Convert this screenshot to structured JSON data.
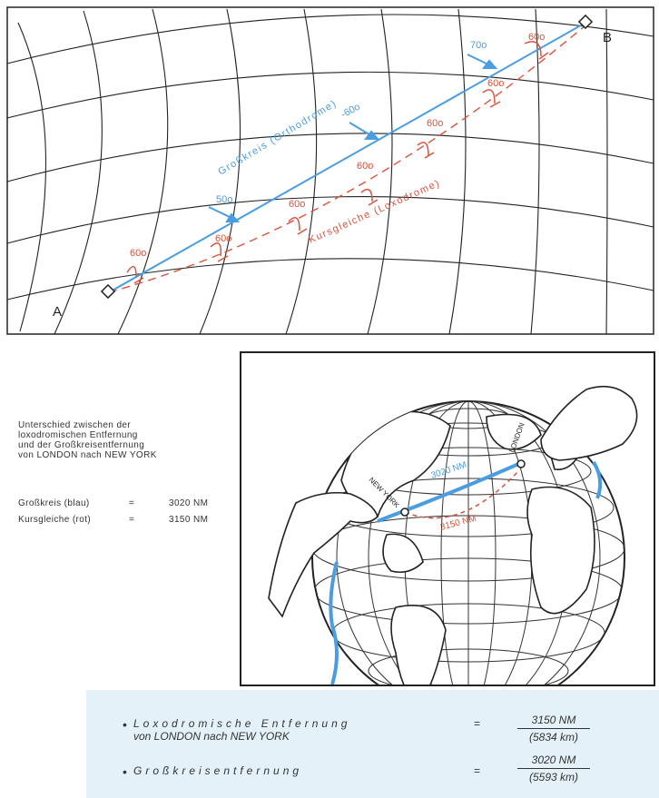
{
  "map": {
    "point_a": "A",
    "point_b": "B",
    "great_circle_label": "Großkreis (Orthodrome)",
    "rhumb_line_label": "Kursgleiche (Loxodrome)",
    "great_circle_angles": [
      "50o",
      "-60o",
      "70o"
    ],
    "rhumb_angles": [
      "60o",
      "60o",
      "60o",
      "60o",
      "60o",
      "60o",
      "60o"
    ],
    "colors": {
      "great_circle": "#4a9de0",
      "rhumb_line": "#d9533b",
      "grid": "#222222"
    }
  },
  "caption": {
    "lines": [
      "Unterschied zwischen der",
      "loxodromischen Entfernung",
      "und der Großkreisentfernung",
      "von LONDON nach NEW YORK"
    ]
  },
  "stats": [
    {
      "label": "Großkreis (blau)",
      "eq": "=",
      "value": "3020 NM"
    },
    {
      "label": "Kursgleiche (rot)",
      "eq": "=",
      "value": "3150 NM"
    }
  ],
  "globe": {
    "new_york": "NEW YORK",
    "london": "LONDON",
    "great_circle_distance": "3020 NM",
    "rhumb_distance": "3150 NM"
  },
  "summary": {
    "rows": [
      {
        "bullet": "•",
        "line1": "Loxodromische Entfernung",
        "line2": "von LONDON nach NEW YORK",
        "eq": "=",
        "num": "3150 NM",
        "den": "(5834 km)"
      },
      {
        "bullet": "•",
        "line1": "Großkreisentfernung",
        "line2": "",
        "eq": "=",
        "num": "3020 NM",
        "den": "(5593 km)"
      }
    ]
  }
}
